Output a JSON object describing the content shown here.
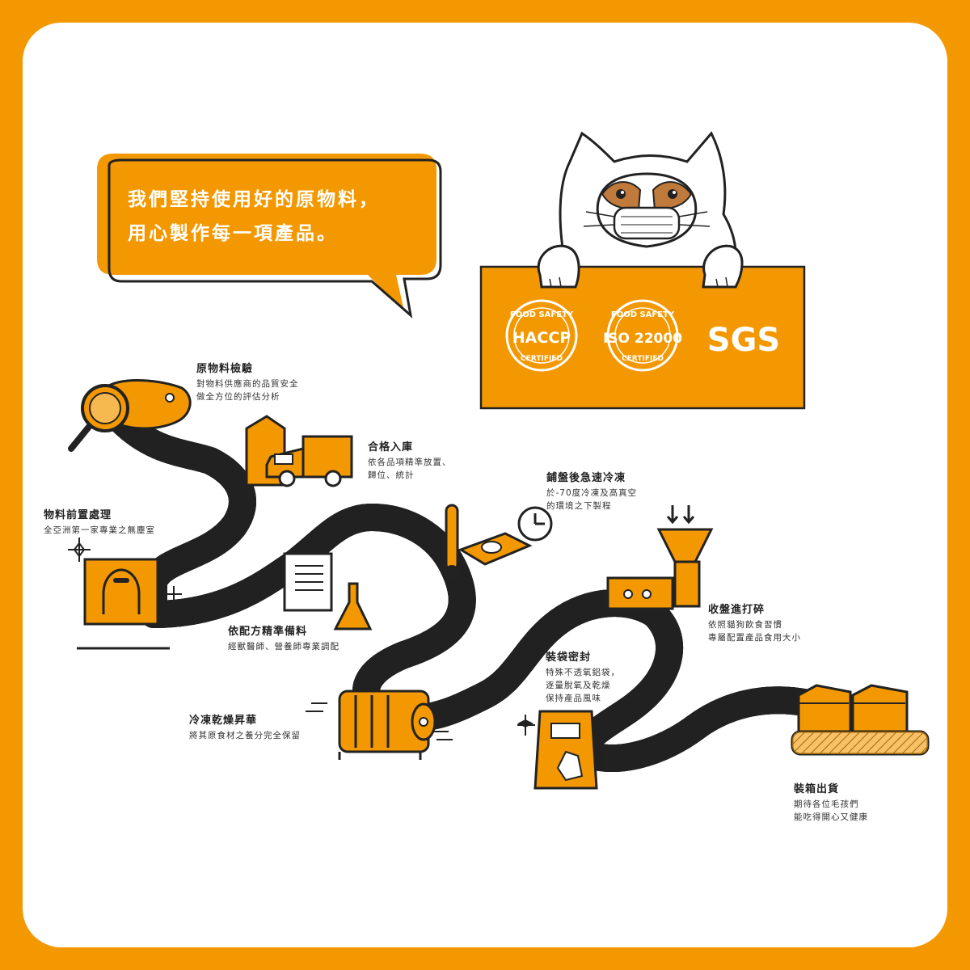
{
  "bubble": {
    "line1": "我們堅持使用好的原物料，",
    "line2": "用心製作每一項產品。"
  },
  "certs": {
    "haccp": {
      "ring_top": "FOOD SAFETY",
      "main": "HACCP",
      "ring_bottom": "CERTIFIED"
    },
    "iso": {
      "ring_top": "FOOD SAFETY",
      "main": "ISO 22000",
      "ring_bottom": "CERTIFIED"
    },
    "sgs": "SGS"
  },
  "steps": [
    {
      "title": "原物料檢驗",
      "lines": [
        "對物料供應商的品質安全",
        "做全方位的評估分析"
      ]
    },
    {
      "title": "合格入庫",
      "lines": [
        "依各品項精準放置、",
        "歸位、統計"
      ]
    },
    {
      "title": "物料前置處理",
      "lines": [
        "全亞洲第一家專業之無塵室"
      ]
    },
    {
      "title": "依配方精準備料",
      "lines": [
        "經獸醫師、營養師專業調配"
      ]
    },
    {
      "title": "鋪盤後急速冷凍",
      "lines": [
        "於-70度冷凍及高真空",
        "的環境之下製程"
      ]
    },
    {
      "title": "收盤進打碎",
      "lines": [
        "依照貓狗飲食習慣",
        "專屬配置產品食用大小"
      ]
    },
    {
      "title": "冷凍乾燥昇華",
      "lines": [
        "將其原食材之養分完全保留"
      ]
    },
    {
      "title": "裝袋密封",
      "lines": [
        "特殊不透氧鋁袋，",
        "逐量脫氧及乾燥",
        "保持產品風味"
      ]
    },
    {
      "title": "裝箱出貨",
      "lines": [
        "期待各位毛孩們",
        "能吃得開心又健康"
      ]
    }
  ],
  "colors": {
    "orange": "#f39800",
    "ink": "#222222",
    "white": "#ffffff"
  }
}
